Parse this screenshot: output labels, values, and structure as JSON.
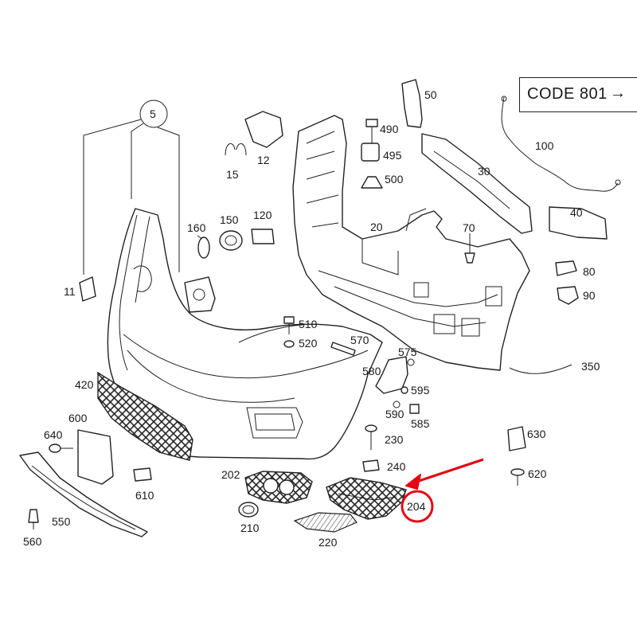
{
  "code_box": {
    "label": "CODE 801",
    "arrow": "→"
  },
  "callouts": {
    "p5": "5",
    "p11": "11",
    "p12": "12",
    "p15": "15",
    "p20": "20",
    "p30": "30",
    "p40": "40",
    "p50": "50",
    "p70": "70",
    "p80": "80",
    "p90": "90",
    "p100": "100",
    "p120": "120",
    "p150": "150",
    "p160": "160",
    "p202": "202",
    "p204": "204",
    "p210": "210",
    "p220": "220",
    "p230": "230",
    "p240": "240",
    "p350": "350",
    "p420": "420",
    "p490": "490",
    "p495": "495",
    "p500": "500",
    "p510": "510",
    "p520": "520",
    "p550": "550",
    "p560": "560",
    "p570": "570",
    "p575": "575",
    "p580": "580",
    "p585": "585",
    "p590": "590",
    "p595": "595",
    "p600": "600",
    "p610": "610",
    "p620": "620",
    "p630": "630",
    "p640": "640"
  },
  "highlight": {
    "part": "204",
    "color": "#e30613"
  }
}
